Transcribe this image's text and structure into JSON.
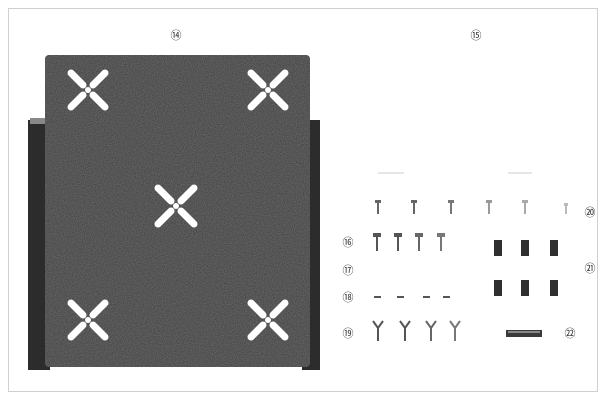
{
  "callouts": {
    "plate": "⑭",
    "hardware": "⑮",
    "c16": "⑯",
    "c17": "⑰",
    "c18": "⑱",
    "c19": "⑲",
    "c20": "⑳",
    "c21": "㉑",
    "c22": "㉒"
  },
  "colors": {
    "plate": "#3a3a3a",
    "plate_shadow": "#2a2a2a",
    "part": "#555555",
    "dark_part": "#2f2f2f",
    "line": "#333333"
  },
  "icons": {
    "x_cutout": "x-shaped-slot-icon",
    "screw": "screw-icon",
    "spacer": "spacer-icon",
    "washer": "washer-icon",
    "clip": "clip-icon"
  }
}
